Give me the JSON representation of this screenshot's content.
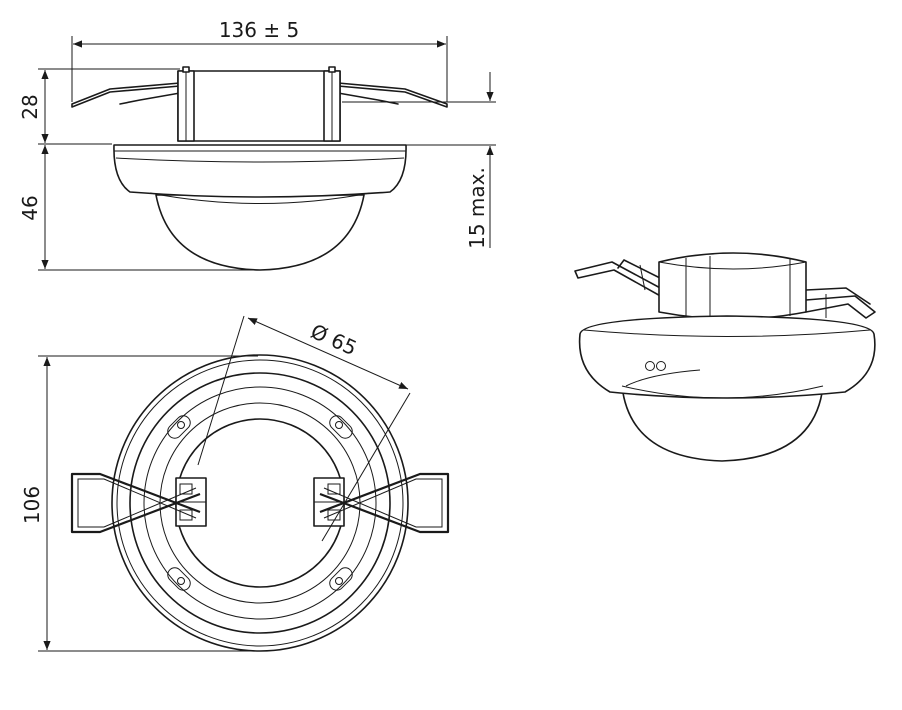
{
  "dimensions": {
    "width": "136 ± 5",
    "upper_height": "28",
    "lower_height": "46",
    "ceiling_thickness": "15 max.",
    "diameter": "Ø 65",
    "overall_size": "106"
  },
  "colors": {
    "line": "#1a1a1a",
    "background": "#ffffff"
  }
}
